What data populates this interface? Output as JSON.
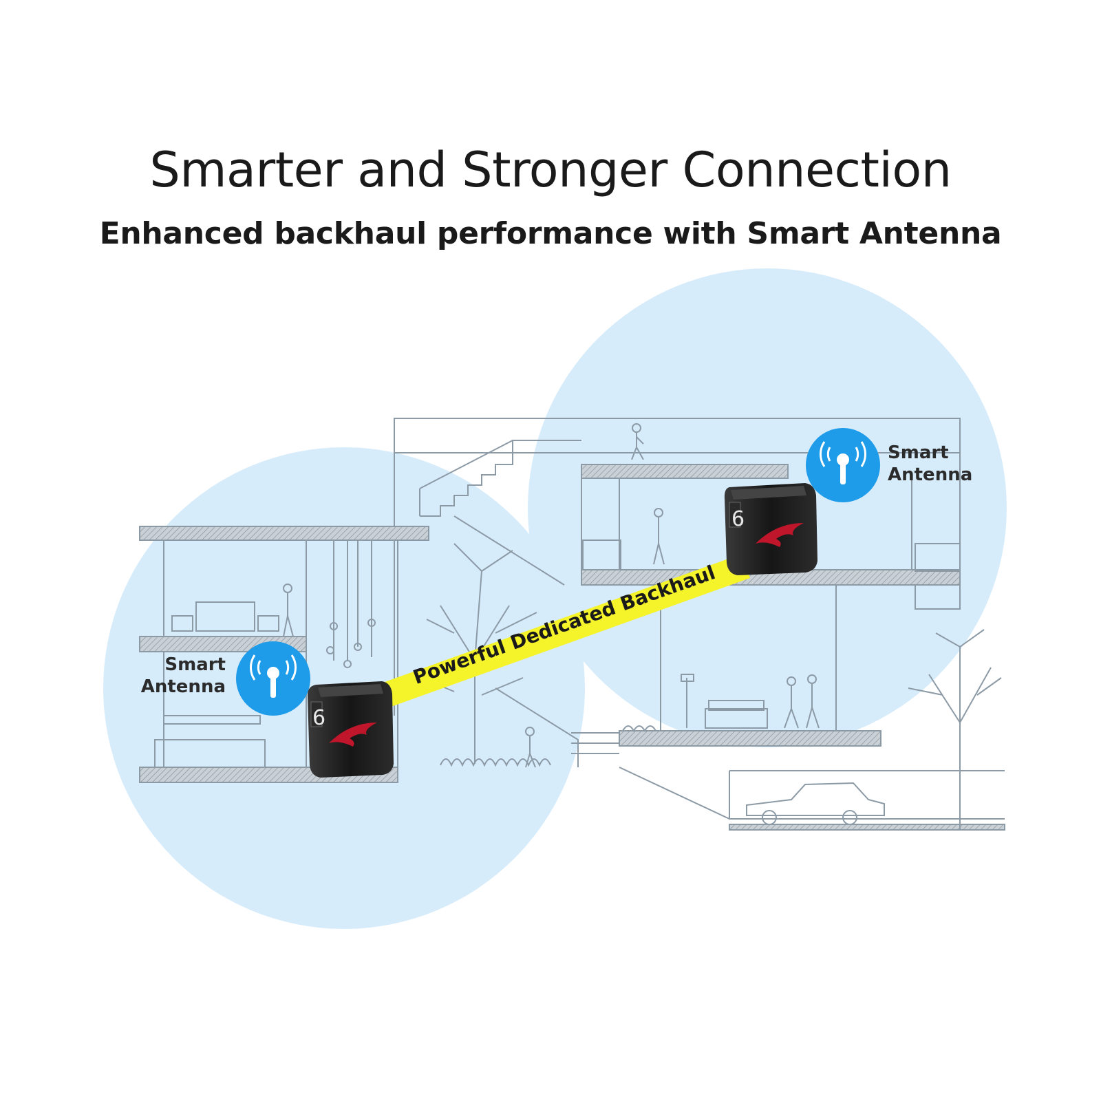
{
  "header": {
    "title": "Smarter and Stronger Connection",
    "subtitle": "Enhanced backhaul performance with Smart Antenna"
  },
  "scene": {
    "backhaul_label": "Powerful Dedicated Backhaul",
    "antenna_right": {
      "line1": "Smart",
      "line2": "Antenna"
    },
    "antenna_left": {
      "line1": "Smart",
      "line2": "Antenna"
    },
    "router_badge": "6",
    "colors": {
      "coverage_fill": "#d7ecfb",
      "antenna_blue": "#1e9be9",
      "backhaul_yellow": "#f5f32a",
      "router_body": "#1c1c1c",
      "router_logo": "#c0162b",
      "line_art": "#8c9aa6"
    }
  }
}
